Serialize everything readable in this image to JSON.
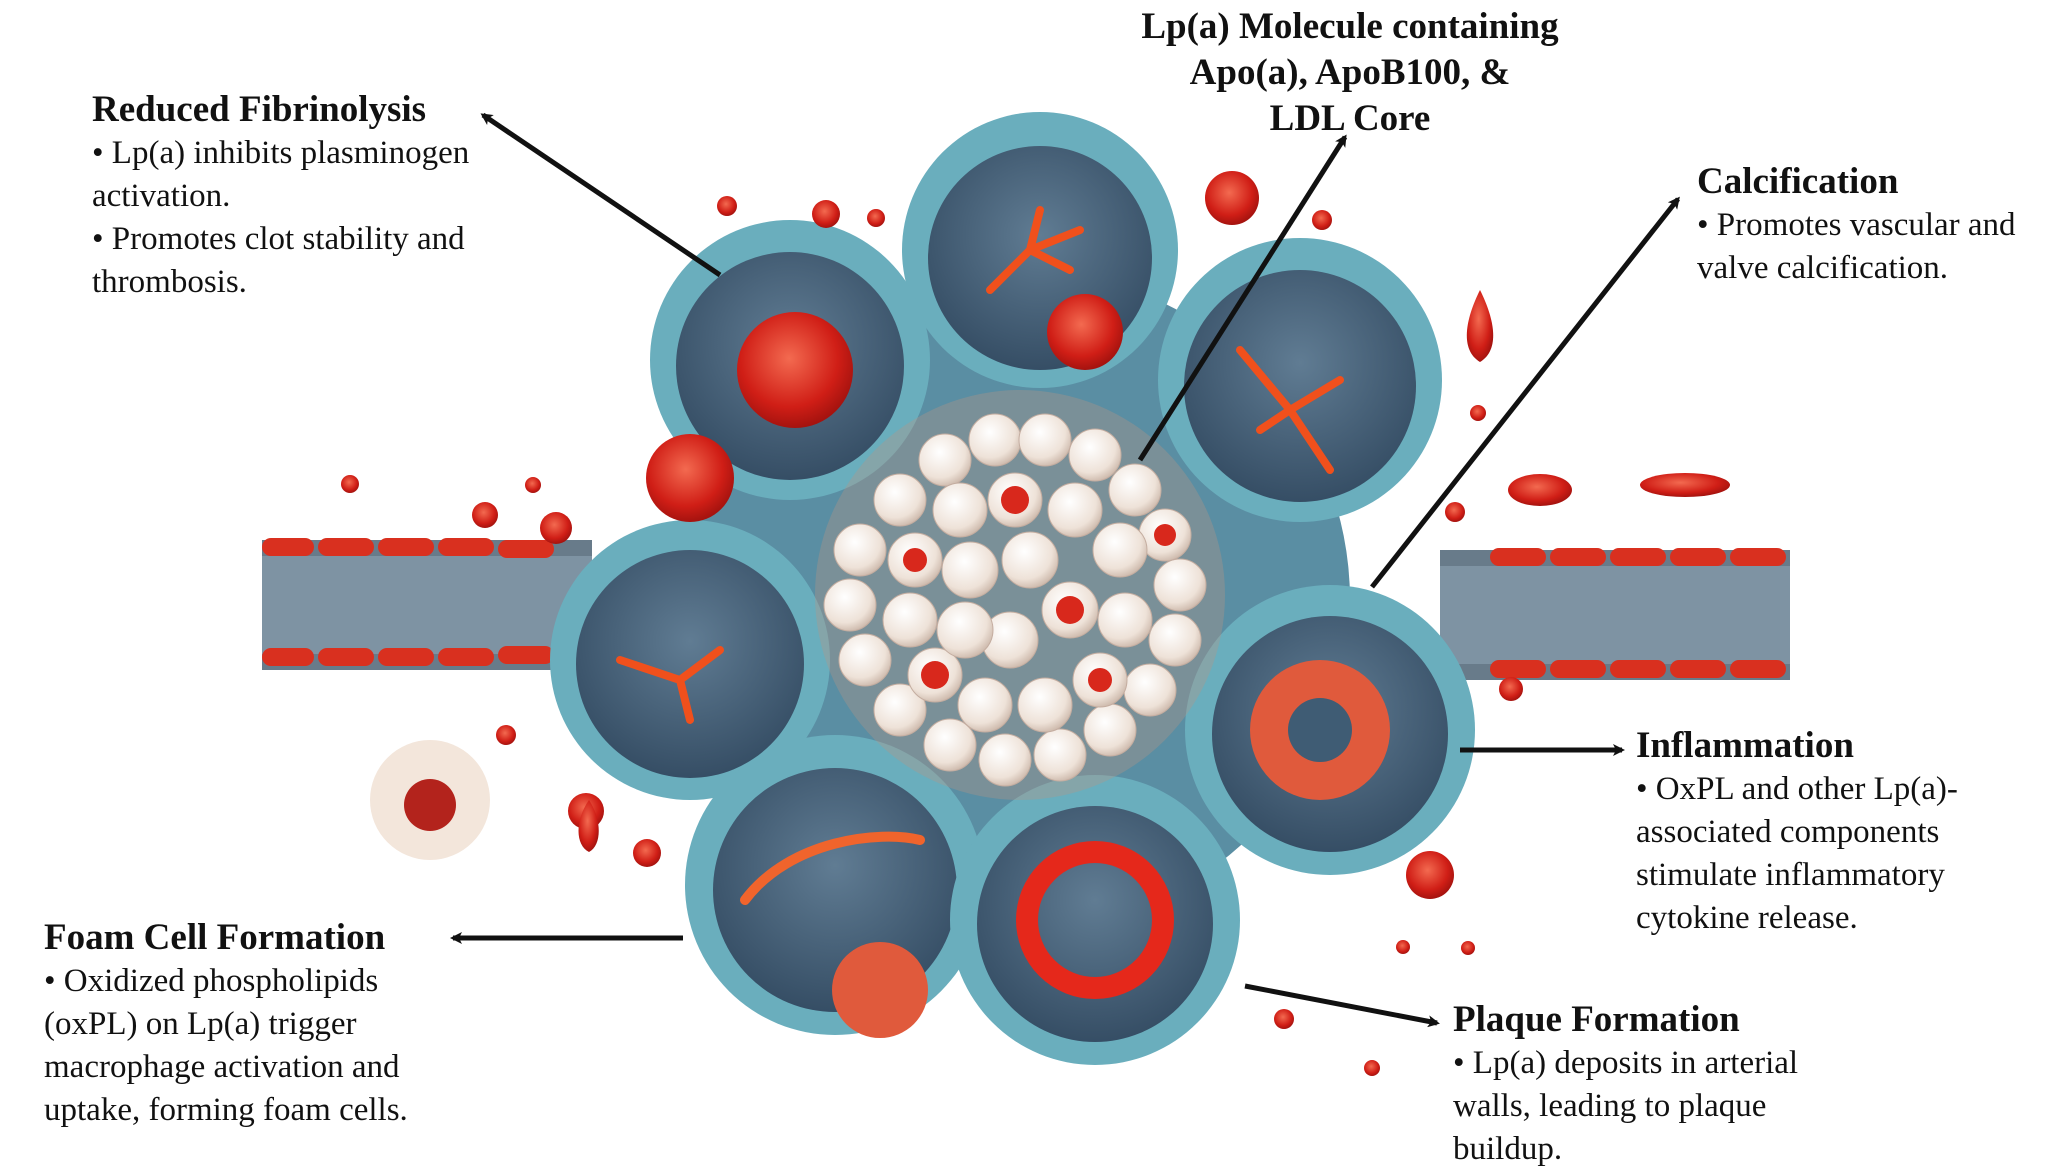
{
  "labels": {
    "lpa_molecule": {
      "line1": "Lp(a) Molecule containing",
      "line2": "Apo(a), ApoB100, &",
      "line3": "LDL Core"
    },
    "reduced_fibrinolysis": {
      "title": "Reduced Fibrinolysis",
      "bullets": [
        "• Lp(a) inhibits plasminogen activation.",
        "• Promotes clot stability and thrombosis."
      ]
    },
    "calcification": {
      "title": "Calcification",
      "bullets": [
        "• Promotes vascular and valve calcification."
      ]
    },
    "inflammation": {
      "title": "Inflammation",
      "bullets": [
        "• OxPL and other Lp(a)-associated components stimulate inflammatory cytokine release."
      ]
    },
    "foam_cell_formation": {
      "title": "Foam Cell Formation",
      "bullets": [
        "• Oxidized phospholipids (oxPL) on Lp(a) trigger macrophage activation and uptake, forming foam cells."
      ]
    },
    "plaque_formation": {
      "title": "Plaque Formation",
      "bullets": [
        "• Lp(a) deposits in arterial walls, leading to plaque buildup."
      ]
    }
  },
  "colors": {
    "chamber_outer": "#6aaebd",
    "chamber_inner": "#3f5c74",
    "chamber_rim": "#9fd0da",
    "blood_red": "#d4231c",
    "core_sphere": "#f1e7df",
    "arrow": "#111111"
  },
  "icons": {
    "arrow_head": "arrow-head-icon",
    "red_blood_cell": "red-blood-cell-icon"
  }
}
